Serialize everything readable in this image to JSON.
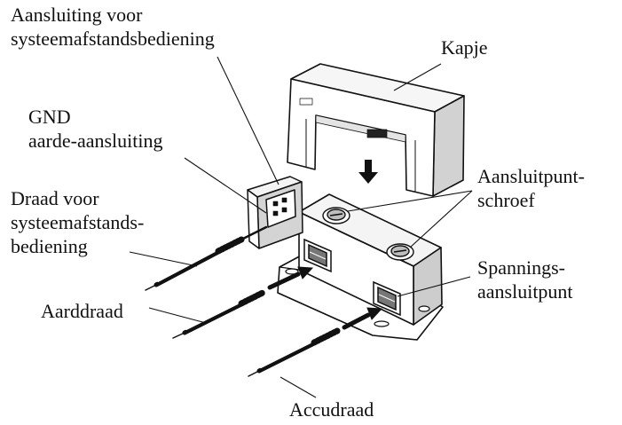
{
  "labels": {
    "remote_connector": [
      "Aansluiting voor",
      "systeemafstandsbediening"
    ],
    "cover": [
      "Kapje"
    ],
    "gnd": [
      "GND",
      "aarde-aansluiting"
    ],
    "terminal_screw": [
      "Aansluitpunt-",
      "schroef"
    ],
    "remote_wire": [
      "Draad voor",
      "systeemafstands-",
      "bediening"
    ],
    "power_terminal": [
      "Spannings-",
      "aansluitpunt"
    ],
    "ground_wire": [
      "Aarddraad"
    ],
    "battery_wire": [
      "Accudraad"
    ]
  },
  "colors": {
    "ink": "#111111",
    "paper": "#ffffff",
    "shade": "#cfcfcf"
  }
}
